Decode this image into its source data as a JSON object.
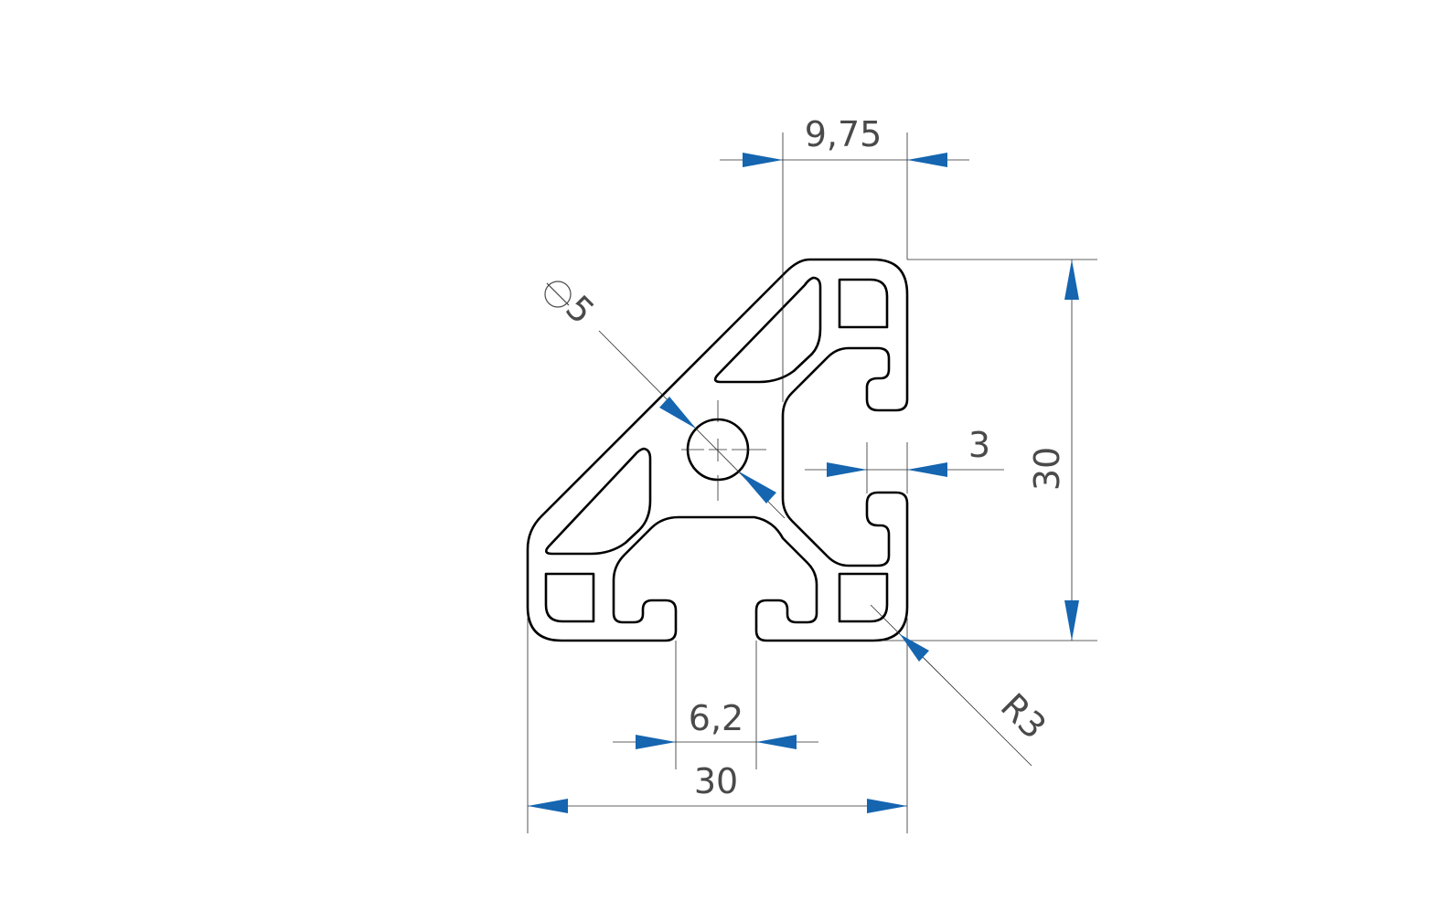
{
  "colors": {
    "arrow": "#1565b0",
    "outline": "#000000",
    "dimension_text": "#4a4a4a",
    "background": "#ffffff"
  },
  "dimensions": {
    "top_width": "9,75",
    "slot_depth": "3",
    "height": "30",
    "slot_width": "6,2",
    "width": "30",
    "hole_diameter": "5",
    "corner_radius": "R3"
  },
  "symbols": {
    "diameter": "diameter-symbol"
  }
}
